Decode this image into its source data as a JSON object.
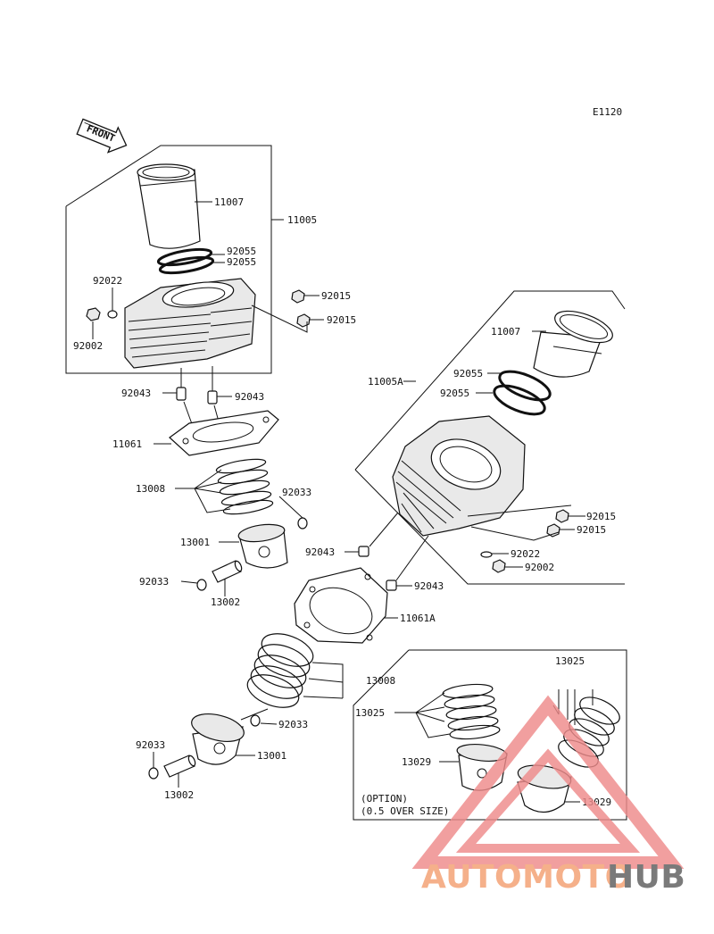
{
  "diagram_code": "E1120",
  "front_label": "FRONT",
  "labels": {
    "l11007a": "11007",
    "l11005": "11005",
    "l92055a1": "92055",
    "l92055a2": "92055",
    "l92022a": "92022",
    "l92002a": "92002",
    "l92015a1": "92015",
    "l92015a2": "92015",
    "l92043a1": "92043",
    "l92043a2": "92043",
    "l11061": "11061",
    "l13008a": "13008",
    "l92033a1": "92033",
    "l13001a": "13001",
    "l92033a2": "92033",
    "l13002a": "13002",
    "l11007b": "11007",
    "l11005A": "11005A",
    "l92055b1": "92055",
    "l92055b2": "92055",
    "l92015b1": "92015",
    "l92015b2": "92015",
    "l92022b": "92022",
    "l92002b": "92002",
    "l92043b1": "92043",
    "l92043b2": "92043",
    "l11061A": "11061A",
    "l13008b": "13008",
    "l92033b1": "92033",
    "l92033b2": "92033",
    "l13001b": "13001",
    "l13002b": "13002",
    "l13025a": "13025",
    "l13025b": "13025",
    "l13029a": "13029",
    "l13029b": "13029"
  },
  "option_note": {
    "line1": "(OPTION)",
    "line2": "(0.5 OVER SIZE)"
  },
  "watermark": {
    "part1": "AUTOMOTO",
    "part2": "HUB",
    "color1": "#f5b08a",
    "color2": "#7a7a7a",
    "triangle_color": "#ee8b8b"
  }
}
